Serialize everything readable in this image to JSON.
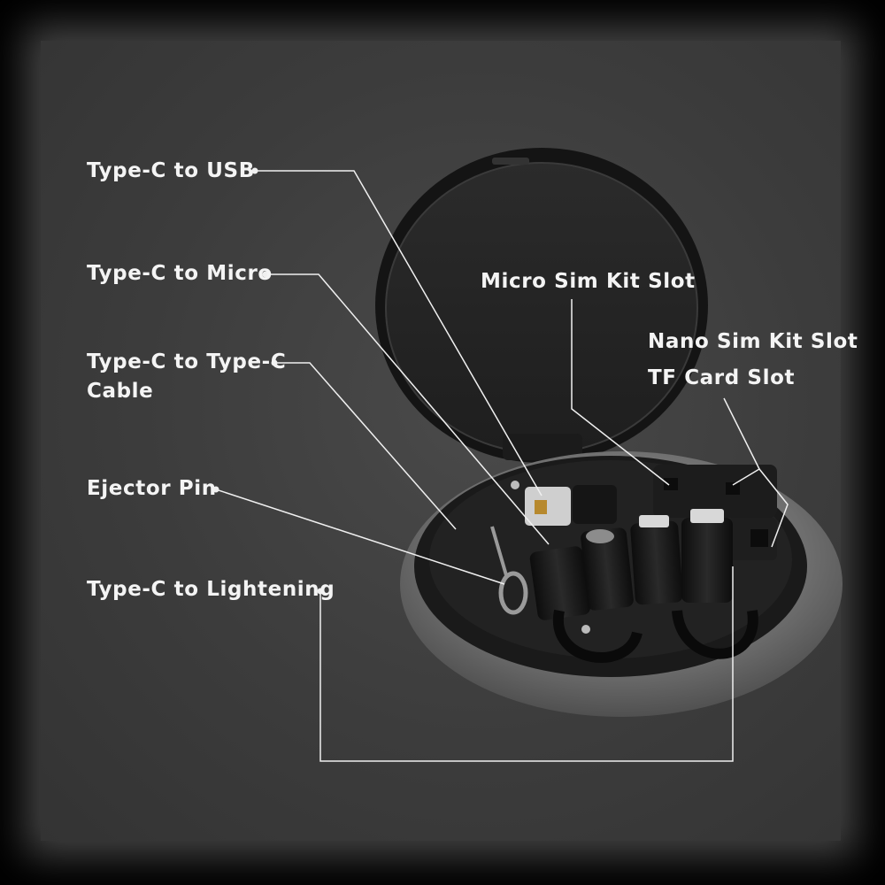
{
  "labels": {
    "type_c_to_usb": "Type-C to USB",
    "type_c_to_micro": "Type-C to Micro",
    "type_c_to_type_c_line1": "Type-C to Type-C",
    "type_c_to_type_c_line2": "Cable",
    "ejector_pin": "Ejector Pin",
    "type_c_to_lightening": "Type-C to Lightening",
    "micro_sim_kit_slot": "Micro Sim Kit Slot",
    "nano_sim_kit_slot": "Nano Sim Kit Slot",
    "tf_card_slot": "TF Card Slot"
  },
  "colors": {
    "background": "#3c3c3c",
    "case_body": "#1a1a1a",
    "case_rim": "#8a8a8a",
    "callout_line": "#f0f0f0",
    "label_text": "#f4f4f4"
  }
}
